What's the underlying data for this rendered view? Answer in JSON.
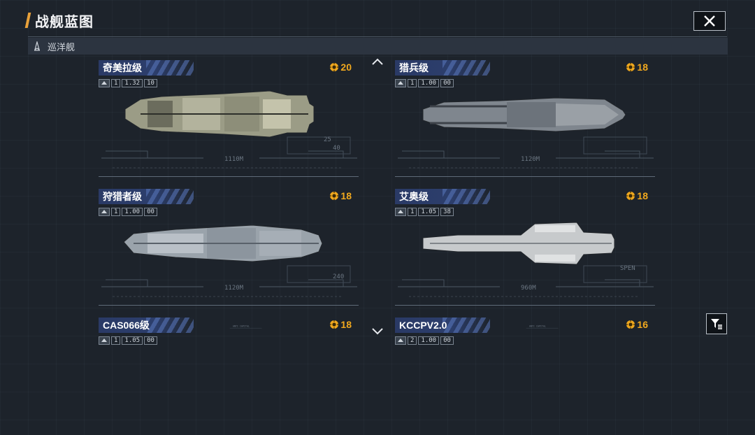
{
  "page": {
    "title": "战舰蓝图",
    "category": "巡洋舰",
    "accent_color": "#e8a13a",
    "cost_color": "#f0a81e"
  },
  "icons": {
    "close": "close-icon",
    "category": "cruiser-icon",
    "cost": "resource-gear-icon",
    "scroll_up": "chevron-up-icon",
    "scroll_down": "chevron-down-icon",
    "filter": "filter-icon"
  },
  "ships": [
    {
      "name": "奇美拉级",
      "cost": "20",
      "count": "1",
      "stat_a": "1.32",
      "stat_b": "10",
      "hull": "#9b9c86",
      "deco_a": "25",
      "deco_b": "40",
      "length": "1110M"
    },
    {
      "name": "猎兵级",
      "cost": "18",
      "count": "1",
      "stat_a": "1.00",
      "stat_b": "00",
      "hull": "#7f868e",
      "deco_a": "",
      "deco_b": "",
      "length": "1120M"
    },
    {
      "name": "狩猎者级",
      "cost": "18",
      "count": "1",
      "stat_a": "1.00",
      "stat_b": "00",
      "hull": "#9aa3ab",
      "deco_a": "",
      "deco_b": "240",
      "length": "1120M"
    },
    {
      "name": "艾奥级",
      "cost": "18",
      "count": "1",
      "stat_a": "1.05",
      "stat_b": "38",
      "hull": "#c7cacc",
      "deco_a": "SPEN",
      "deco_b": "",
      "length": "960M"
    },
    {
      "name": "CAS066级",
      "cost": "18",
      "count": "1",
      "stat_a": "1.05",
      "stat_b": "00",
      "hull": "#888",
      "deco_a": "ANTI CAPITAL",
      "deco_b": "",
      "length": ""
    },
    {
      "name": "KCCPV2.0",
      "cost": "16",
      "count": "2",
      "stat_a": "1.00",
      "stat_b": "00",
      "hull": "#888",
      "deco_a": "ANTI CAPITAL",
      "deco_b": "",
      "length": ""
    }
  ]
}
